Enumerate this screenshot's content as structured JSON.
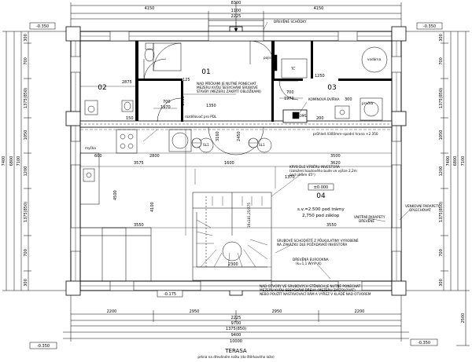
{
  "levels": {
    "top_left": "-0.350",
    "top_right": "-0.350",
    "bottom_left": "-0.350",
    "bottom_right": "-0.350",
    "inner_bottom_left": "-0.175",
    "floor_zero": "±0.000"
  },
  "dims_top": {
    "total": "8300",
    "left_half": "4150",
    "right_half": "4150",
    "center": "1100",
    "center_inner": "2225"
  },
  "dims_bottom": {
    "row1": [
      "2200",
      "2950",
      "2950",
      "2200"
    ],
    "mid": "2225",
    "total_outer": "9700",
    "total_inner": "1375(850)",
    "overall": "9400",
    "overall2": "10000"
  },
  "dims_left": {
    "outer1": "7400",
    "outer2": "6800",
    "outer3": "7100",
    "segments": [
      "300",
      "700",
      "1375(850)",
      "1050",
      "1200",
      "1375(850)",
      "700",
      "300"
    ]
  },
  "dims_right": {
    "outer1": "7400",
    "outer2": "6800",
    "outer3": "7100",
    "segments": [
      "300",
      "700",
      "1375(850)",
      "1050",
      "1200",
      "1375(850)",
      "700",
      "300"
    ],
    "terrace": "2500"
  },
  "rooms": [
    {
      "id": "01",
      "label": "01"
    },
    {
      "id": "02",
      "label": "02"
    },
    {
      "id": "03",
      "label": "03"
    },
    {
      "id": "04",
      "label": "04"
    }
  ],
  "labels": {
    "drevene_schody": "DŘEVĚNÉ SCHŮDKY",
    "poznamka1": [
      "NAD PŘÍČKAMI JE NUTNÉ PONECHAT",
      "MEZERU KVŮLI SESYCHÁNÍ SRUBOVÉ",
      "STAVBY (MEZERU ZAKRÝT OBLOŽKAMI)"
    ],
    "pojistky": "pojistky",
    "vodarna": "vodárna",
    "tc": "TČ",
    "kominova": "KOMÍNOVÁ DVÍŘKA",
    "pracka": "pračka",
    "kom1": "KOM1",
    "rozdelovac": "rozdělovač pro PDL",
    "prukrok": "průhled 4300mm–spodní hrana +2.350",
    "sl1": "SL1",
    "sl1b": "SL1",
    "mycka": "myčka",
    "kryt": [
      "KRYB DLE VÝBĚRU INVESTORA",
      "(založení koutového bude ve výšce 2,2m",
      "pod úhlem 45°)"
    ],
    "sv": "s.v.=2.500 pod trámy",
    "sv2": "2,750 pod záklop",
    "vnitrni": [
      "VNITŘNÍ PARAPETY",
      "DŘEVĚNÉ"
    ],
    "venkovni": [
      "VENKOVNÍ PARAPETY",
      "OPLECHOVAT"
    ],
    "schodiste": [
      "SRUBOVÉ SCHODIŠTĚ Z PŮLKULATINY VYROBENÉ",
      "NA ZAKÁZKU DLE POŽADAVKŮ INVESTORA"
    ],
    "eurookna": [
      "DŘEVĚNÁ EUROOKNA",
      "(k=1,1 W/m²,K)"
    ],
    "poznamka2": [
      "NAD OTVORY VE SRUBOVÝCH STĚNÁCH JE NUTNÉ PONECHAT",
      "MEZERU KVŮLI SESYCHÁNÍ DŘEVA (MEZERU ZAIZOLOVAT)",
      "NEBO POUŽÍT NASTAVOVACÍ RÁM A VÝŘEZ V KLÁDĚ NAD OTVOREM"
    ],
    "terasa": "TERASA",
    "terasa_sub": "prkna na dřevěném roštu (do štěrkového lože)",
    "stairs": "16x181,25/275",
    "d700a": "700",
    "d1970a": "1970",
    "d700b": "700",
    "d1970b": "1970",
    "d1350": "1350",
    "d2875": "2875",
    "d125": "125",
    "d1250": "1250",
    "d2800": "2800",
    "d3575": "3575",
    "d1600": "1600",
    "d3500": "3500",
    "d3620": "3620",
    "d4100": "4100",
    "d3550": "3550",
    "d2300": "2300",
    "d4500": "4500",
    "d1500": "1500",
    "d600": "600",
    "d150": "150",
    "d200": "200",
    "d300": "300",
    "d3160": "3160",
    "d2450": "2450",
    "d1370": "1370"
  }
}
